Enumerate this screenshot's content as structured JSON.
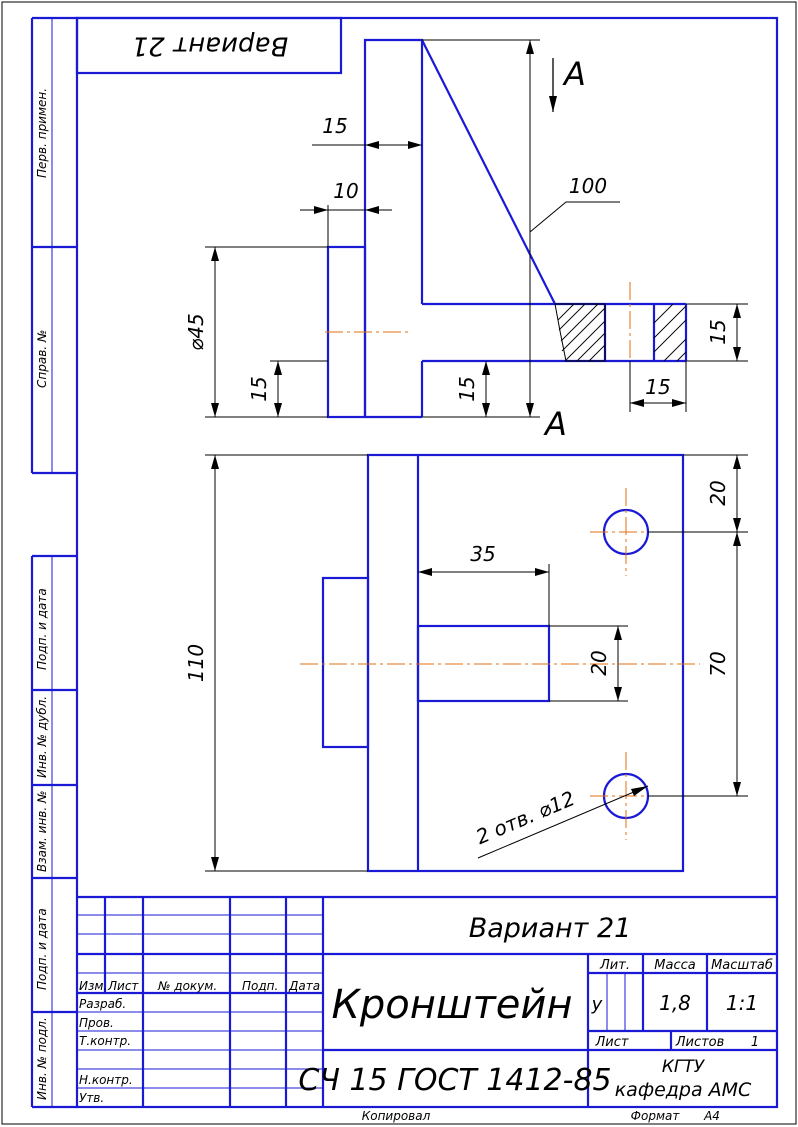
{
  "side_labels": {
    "perv_primen": "Перв. примен.",
    "sprav_no": "Справ. №",
    "podp_data_1": "Подп. и дата",
    "inv_dubl": "Инв. № дубл.",
    "vzam_inv": "Взам. инв. №",
    "podp_data_2": "Подп. и дата",
    "inv_podl": "Инв. № подл."
  },
  "corner_stamp": "Вариант 21",
  "section_label": "А",
  "dimensions": {
    "top_15": "15",
    "top_10": "10",
    "length_100": "100",
    "dia_45": "⌀45",
    "left_15": "15",
    "mid_15": "15",
    "right_15_v": "15",
    "right_15_h": "15",
    "height_110": "110",
    "width_35": "35",
    "hole_20": "20",
    "offset_20": "20",
    "spacing_70": "70",
    "holes_note": "2 отв. ⌀12"
  },
  "title_block": {
    "variant": "Вариант 21",
    "part_name": "Кронштейн",
    "material": "СЧ 15 ГОСТ 1412-85",
    "col_izm": "Изм.",
    "col_list": "Лист",
    "col_dokum": "№ докум.",
    "col_podp": "Подп.",
    "col_data": "Дата",
    "row_razrab": "Разраб.",
    "row_prov": "Пров.",
    "row_tkontr": "Т.контр.",
    "row_nkontr": "Н.контр.",
    "row_utv": "Утв.",
    "lit_label": "Лит.",
    "massa_label": "Масса",
    "masshtab_label": "Масштаб",
    "lit_value": "у",
    "massa_value": "1,8",
    "masshtab_value": "1:1",
    "list_label": "Лист",
    "listov_label": "Листов",
    "listov_value": "1",
    "org_1": "КГТУ",
    "org_2": "кафедра АМС",
    "kopiroval": "Копировал",
    "format": "Формат",
    "format_value": "А4"
  }
}
